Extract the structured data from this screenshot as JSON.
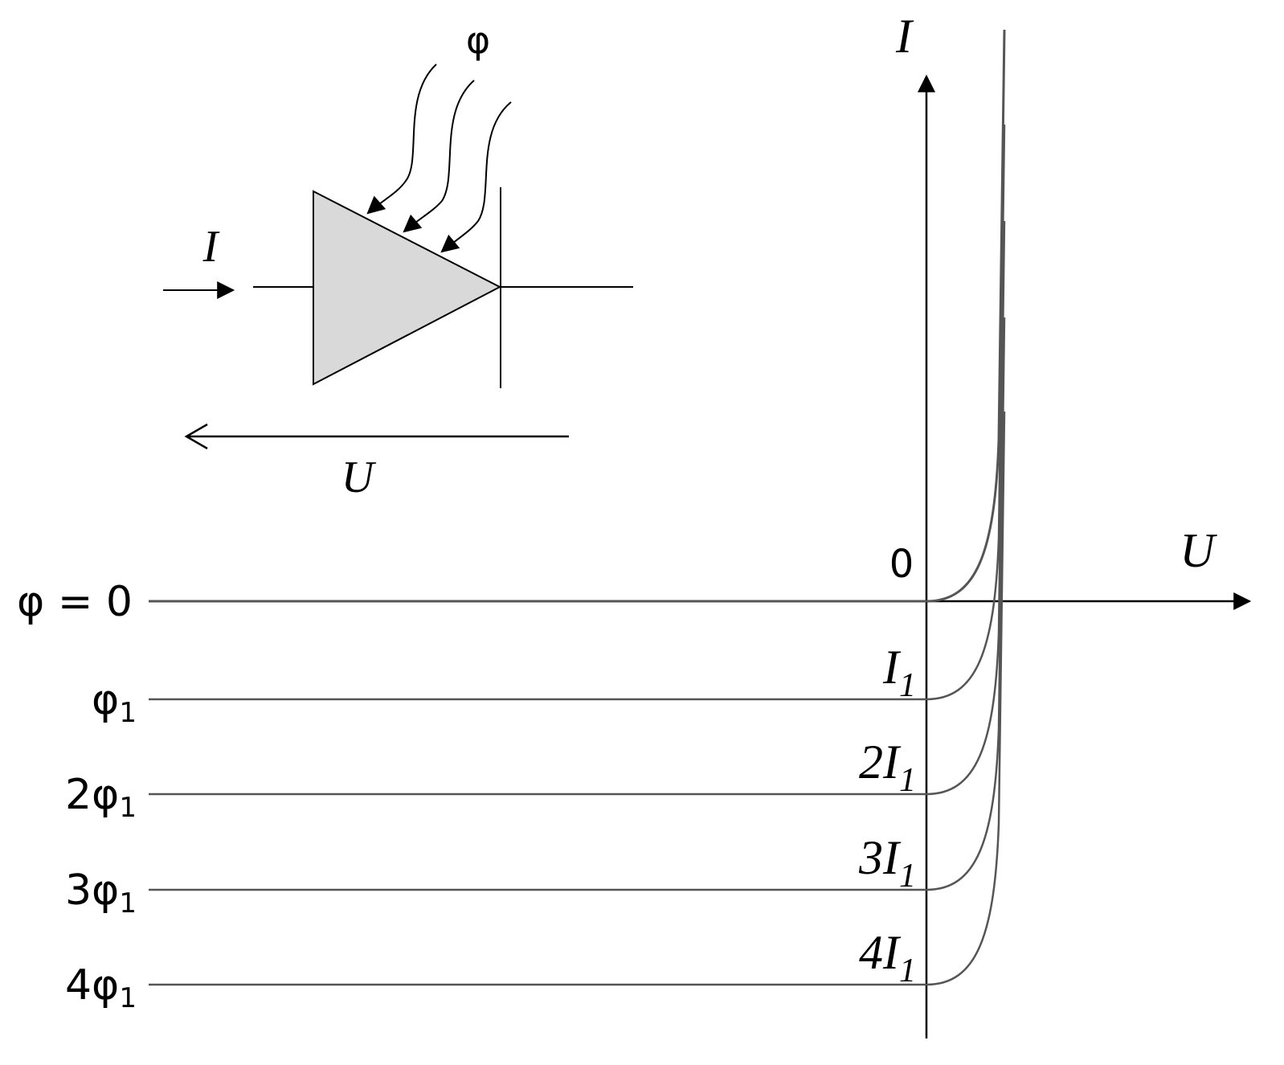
{
  "axes": {
    "y_label": "I",
    "x_label": "U",
    "origin_label": "0"
  },
  "diagram": {
    "flux_label": "φ",
    "current_label": "I",
    "voltage_label": "U"
  },
  "curves": [
    {
      "flux_label": "φ = 0",
      "current_main": "",
      "current_sub": "",
      "level": 0
    },
    {
      "flux_label": "φ",
      "flux_prefix": "",
      "current_main": "I",
      "current_prefix": "",
      "current_sub": "1",
      "level": 1
    },
    {
      "flux_label": "φ",
      "flux_prefix": "2",
      "current_main": "I",
      "current_prefix": "2",
      "current_sub": "1",
      "level": 2
    },
    {
      "flux_label": "φ",
      "flux_prefix": "3",
      "current_main": "I",
      "current_prefix": "3",
      "current_sub": "1",
      "level": 3
    },
    {
      "flux_label": "φ",
      "flux_prefix": "4",
      "current_main": "I",
      "current_prefix": "4",
      "current_sub": "1",
      "level": 4
    }
  ],
  "flux_subscript": "1",
  "colors": {
    "axis": "#000000",
    "curve": "#555555",
    "diode_fill": "#d9d9d9"
  }
}
